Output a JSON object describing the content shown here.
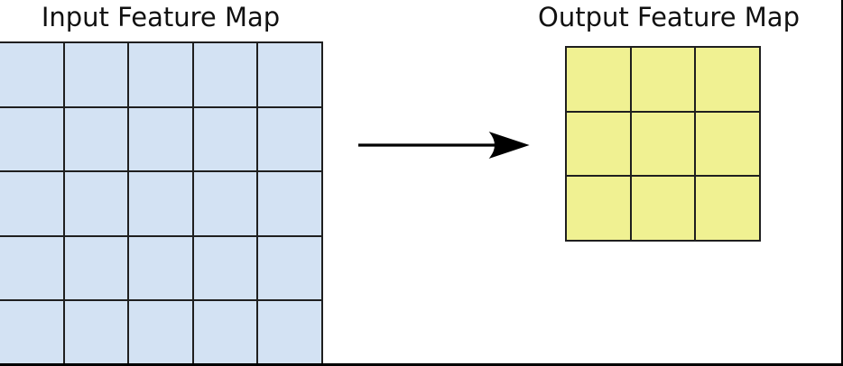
{
  "diagram": {
    "background_color": "#ffffff",
    "frame_color": "#000000",
    "grid_line_color": "#1f1f1f",
    "input_map": {
      "title": "Input Feature Map",
      "rows": 5,
      "cols": 5,
      "cell_color": "#d3e2f3"
    },
    "output_map": {
      "title": "Output Feature Map",
      "rows": 3,
      "cols": 3,
      "cell_color": "#f0f192"
    },
    "arrow": {
      "direction": "right",
      "color": "#000000"
    }
  }
}
